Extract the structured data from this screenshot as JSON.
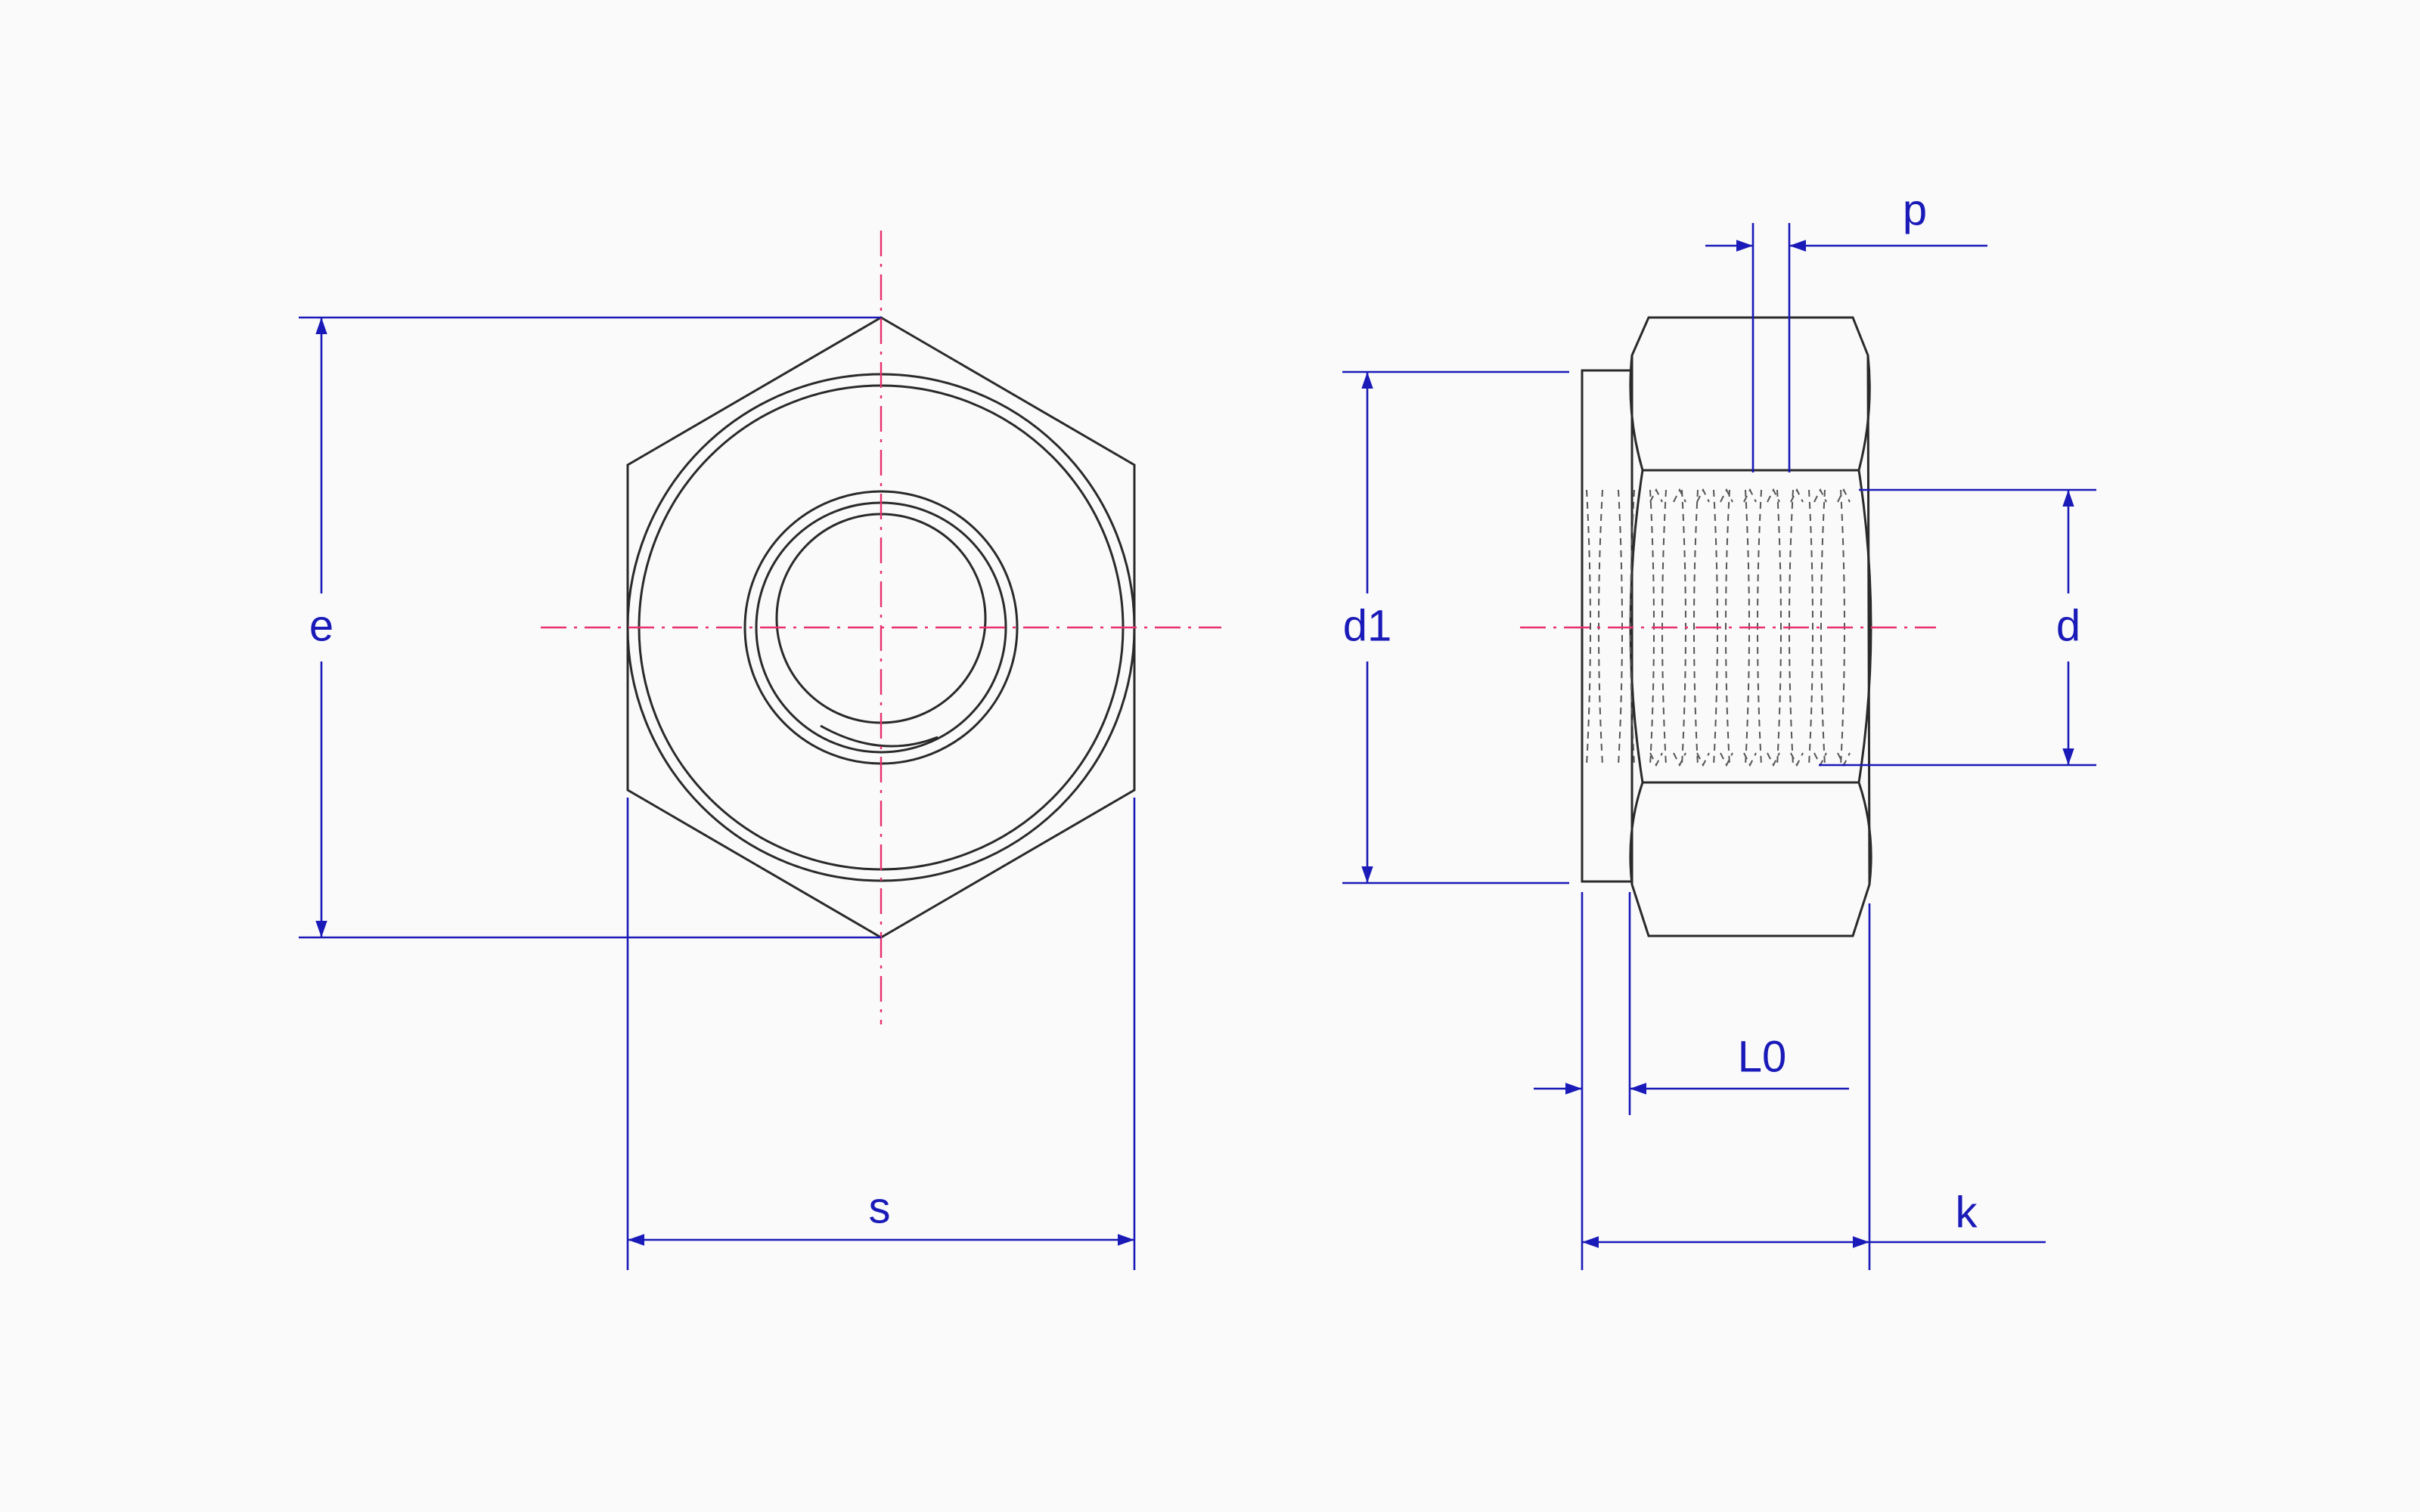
{
  "labels": {
    "e": "e",
    "s": "s",
    "d1": "d1",
    "d": "d",
    "p": "p",
    "l0": "L0",
    "k": "k"
  },
  "colors": {
    "outline": "#2a2a2a",
    "centerline": "#e8306e",
    "dimension": "#1a1ab8",
    "background": "#fafafb"
  }
}
